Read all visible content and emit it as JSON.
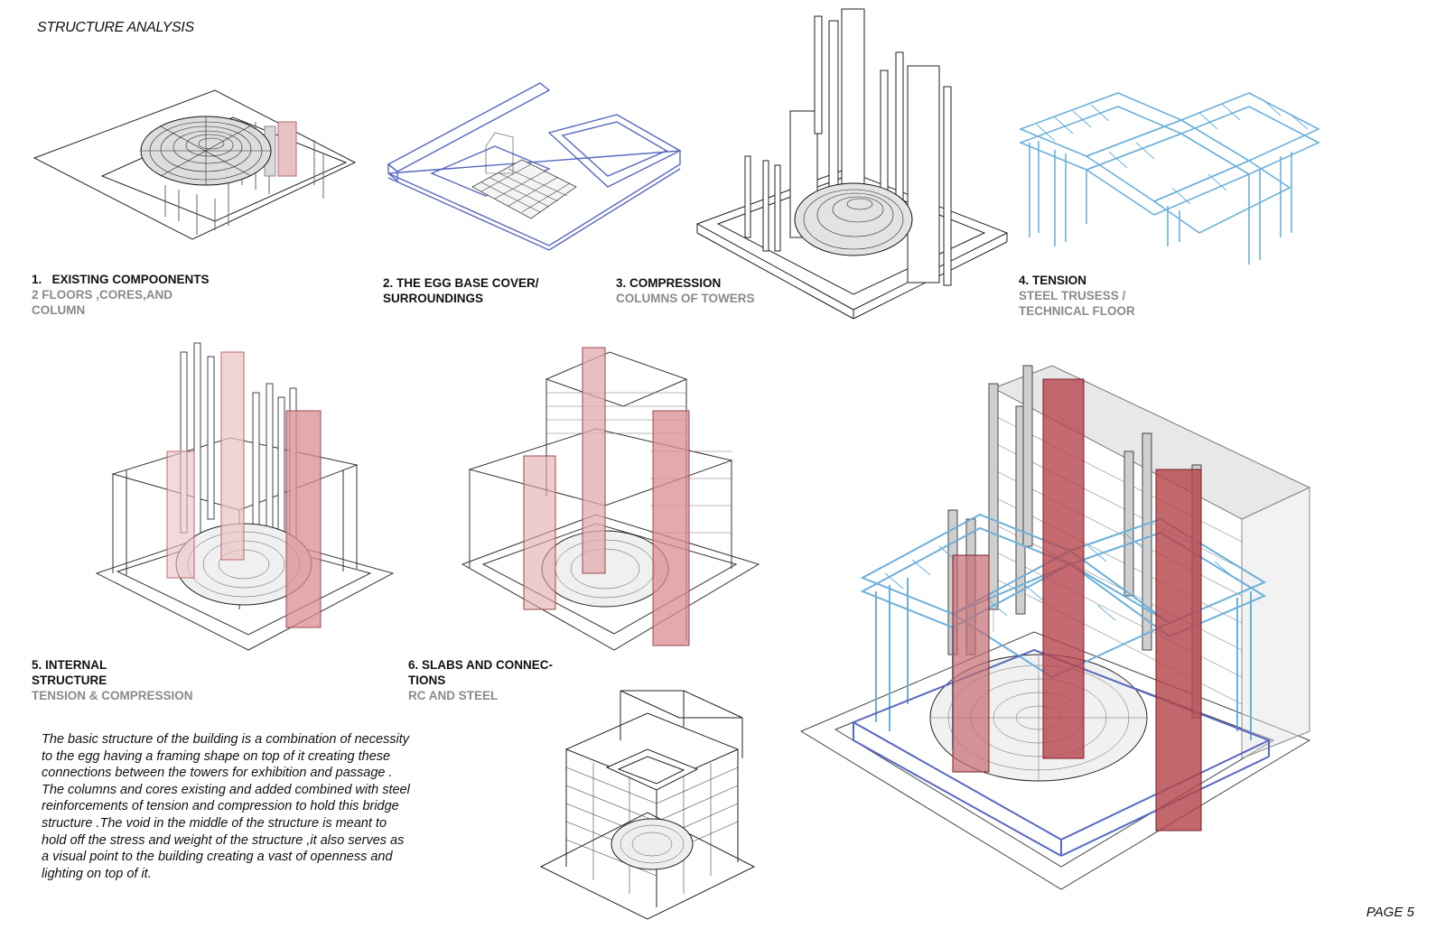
{
  "header": {
    "title": "STRUCTURE ANALYSIS"
  },
  "diagrams": [
    {
      "number": "1.",
      "title": "EXISTING COMPOONENTS",
      "subtitle_lines": [
        "2 FLOORS ,CORES,AND",
        "COLUMN"
      ]
    },
    {
      "title_lines": [
        "2. THE EGG BASE COVER/",
        "SURROUNDINGS"
      ]
    },
    {
      "title": "3. COMPRESSION",
      "subtitle": "COLUMNS OF TOWERS"
    },
    {
      "title": "4. TENSION",
      "subtitle_lines": [
        "STEEL TRUSESS /",
        "TECHNICAL FLOOR"
      ]
    },
    {
      "title_lines": [
        "5. INTERNAL",
        "STRUCTURE"
      ],
      "subtitle": "TENSION & COMPRESSION"
    },
    {
      "title_lines": [
        "6. SLABS AND CONNEC-",
        "TIONS"
      ],
      "subtitle": "RC AND STEEL"
    }
  ],
  "description": "The basic structure of the building is a combination of necessity to the egg having a framing shape on top of it creating these connections between the towers for exhibition and passage . The columns and cores existing and added combined with steel reinforcements of tension and compression to hold this bridge structure .The void in the middle of the structure is meant to hold off the stress and weight of the structure ,it also serves as a visual point to the building creating a vast of openness and lighting on top of it.",
  "footer": {
    "page": "PAGE 5"
  },
  "colors": {
    "core_red": "#c9757a",
    "truss_blue": "#6ab0da",
    "slab_blue": "#5868c0",
    "line_black": "#222222"
  }
}
